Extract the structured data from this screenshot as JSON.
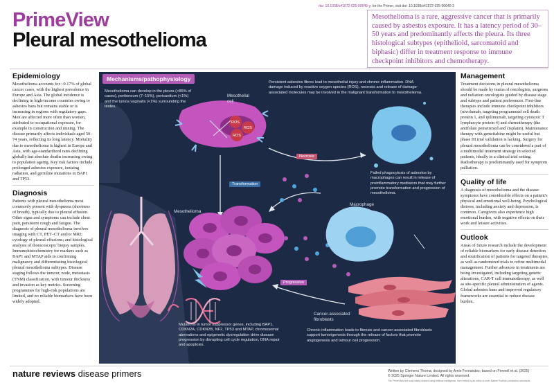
{
  "header": {
    "doi_left": "doi: 10.1038/s41572-025-00645-y",
    "doi_right_prefix": "; for the Primer, visit doi: 10.1038/s41572-025-00640-3",
    "brand": "PrimeView",
    "title": "Pleural mesothelioma",
    "intro": "Mesothelioma is a rare, aggressive cancer that is primarily caused by asbestos exposure. It has a latency period of 30–50 years and predominantly affects the pleura. Its three histological subtypes (epithelioid, sarcomatoid and biphasic) differ in treatment response to immune checkpoint inhibitors and chemotherapy."
  },
  "epidemiology": {
    "title": "Epidemiology",
    "body": "Mesothelioma accounts for ~0.17% of global cancer cases, with the highest prevalence in Europe and Asia. The global incidence is declining in high-income countries owing to asbestos bans but remains stable or is increasing in regions with regulatory gaps. Men are affected more often than women, attributed to occupational exposure, for example in construction and mining. The disease primarily affects individuals aged 50–74 years, reflecting its long latency. Mortality due to mesothelioma is highest in Europe and Asia, with age-standardized rates declining globally but absolute deaths increasing owing to population ageing. Key risk factors include prolonged asbestos exposure, ionizing radiation, and germline mutations in BAP1 and TP53."
  },
  "diagnosis": {
    "title": "Diagnosis",
    "body": "Patients with pleural mesothelioma most commonly present with dyspnoea (shortness of breath), typically due to pleural effusion. Other signs and symptoms can include chest pain, persistent cough and fatigue. The diagnosis of pleural mesothelioma involves imaging with CT, PET–CT and/or MRI; cytology of pleural effusions; and histological analysis of thoracoscopic biopsy samples. Immunohistochemistry for markers such as BAP1 and MTAP aids in confirming malignancy and differentiating histological pleural mesothelioma subtypes. Disease staging follows the tumour, node, metastasis (TNM) classification, with tumour thickness and invasion as key metrics. Screening programmes for high-risk populations are limited, and no reliable biomarkers have been widely adopted."
  },
  "mechanisms": {
    "tab_label": "Mechanisms/pathophysiology",
    "sites_text": "Mesothelioma can develop in the pleura (>85% of cases), peritoneum (7–15%), pericardium (<1%) and the tunica vaginalis (<1%) surrounding the testes.",
    "fibres_text": "Persistent asbestos fibres lead to mesothelial injury and chronic inflammation. DNA damage induced by reactive oxygen species (ROS), necrosis and release of damage-associated molecules may be involved in the malignant transformation to mesothelioma.",
    "mesothelial_cell_label": "Mesothelial cell",
    "ros_label": "ROS",
    "necrosis_label": "Necrosis",
    "transformation_label": "Transformation",
    "mesothelioma_label": "Mesothelioma",
    "macrophage_label": "Macrophage",
    "phagocytosis_text": "Failed phagocytosis of asbestos by macrophages can result in release of proinflammatory mediators that may further promote transformation and progression of mesothelioma.",
    "progression_label": "Progression",
    "caf_label": "Cancer-associated fibroblasts",
    "mutations_text": "Mutations in tumor suppressor genes, including BAP1, CDKN2A, CDKN2B, NF2, TP53 and MTAP, chromosomal aberrations and epigenetic dysregulation drive disease progression by disrupting cell cycle regulation, DNA repair and apoptosis.",
    "fibrosis_text": "Chronic inflammation leads to fibrosis and cancer-associated fibroblasts support tumorigenesis through the release of factors that promote angiogenesis and tumour cell progression."
  },
  "management": {
    "title": "Management",
    "body": "Treatment decisions in pleural mesothelioma should be made by teams of oncologists, surgeons and radiation oncologists guided by disease stage and subtype and patient preferences. First-line therapies include immune checkpoint inhibitors (nivolumab, targeting programmed cell death protein 1, and ipilimumab, targeting cytotoxic T lymphocyte protein 4) and chemotherapy (the antifolate pemetrexed and cisplatin). Maintenance therapy with gemcitabine might be useful but phase III trial validation is lacking. Surgery for pleural mesothelioma can be considered a part of a multimodal treatment strategy in selected patients, ideally in a clinical trial setting. Radiotherapy is predominantly used for symptom palliation."
  },
  "quality_of_life": {
    "title": "Quality of life",
    "body": "A diagnosis of mesothelioma and the disease symptoms have considerable effects on a patient's physical and emotional well-being. Psychological distress, including anxiety and depression, is common. Caregivers also experience high emotional burden, with negative effects on their work and leisure activities."
  },
  "outlook": {
    "title": "Outlook",
    "body": "Areas of future research include the development of reliable biomarkers for early disease detection and stratification of patients for targeted therapies, as well as randomized trials to refine multimodal management. Further advances in treatments are being investigated, including targeting genetic alterations, CAR-T cell immunotherapy, as well as site-specific pleural administration of agents. Global asbestos bans and improved regulatory frameworks are essential to reduce disease burden."
  },
  "footer": {
    "brand_bold": "nature reviews",
    "brand_light": " disease primers",
    "credit_line1": "Written by Clemens Thoma; designed by Amie Fernandez; based on Fennell et al. (2025)",
    "credit_line2": "© 2025 Springer Nature Limited. All rights reserved.",
    "credit_small": "The PrimeView text was initially drafted using artificial intelligence, then edited by an editor to meet Nature Portfolio publication standards."
  },
  "colors": {
    "brand_purple": "#9b3e9e",
    "panel_navy": "#1d2a45",
    "cell_magenta": "#c455be",
    "ros_red": "#c83a4a",
    "macrophage_blue": "#4ea7dc",
    "caf_pink": "#e58a96"
  }
}
